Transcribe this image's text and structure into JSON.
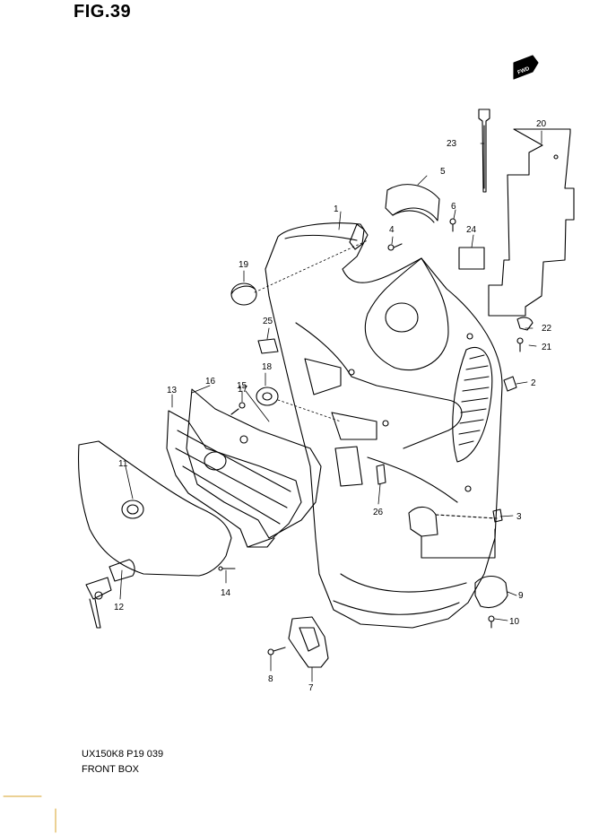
{
  "figure": {
    "title": "FIG.39"
  },
  "fwd_badge": {
    "label": "FWD"
  },
  "footer": {
    "model_code": "UX150K8 P19  039",
    "assembly_name": "FRONT BOX"
  },
  "parts": [
    {
      "ref": "1"
    },
    {
      "ref": "2"
    },
    {
      "ref": "3"
    },
    {
      "ref": "4"
    },
    {
      "ref": "5"
    },
    {
      "ref": "6"
    },
    {
      "ref": "7"
    },
    {
      "ref": "8"
    },
    {
      "ref": "9"
    },
    {
      "ref": "10"
    },
    {
      "ref": "11"
    },
    {
      "ref": "12"
    },
    {
      "ref": "13"
    },
    {
      "ref": "14"
    },
    {
      "ref": "15"
    },
    {
      "ref": "16"
    },
    {
      "ref": "17"
    },
    {
      "ref": "18"
    },
    {
      "ref": "19"
    },
    {
      "ref": "20"
    },
    {
      "ref": "21"
    },
    {
      "ref": "22"
    },
    {
      "ref": "23"
    },
    {
      "ref": "24"
    },
    {
      "ref": "25"
    },
    {
      "ref": "26"
    }
  ],
  "colors": {
    "line": "#000000",
    "background": "#ffffff",
    "accent": "#d7a32a"
  }
}
